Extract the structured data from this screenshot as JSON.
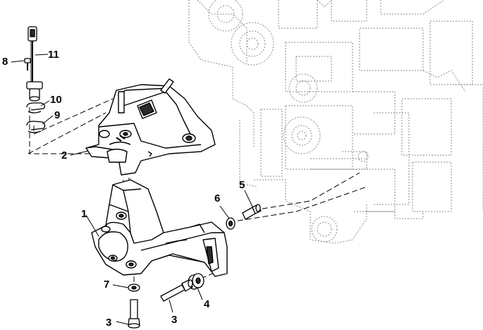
{
  "diagram": {
    "callouts": [
      {
        "id": "c8",
        "label": "8"
      },
      {
        "id": "c11",
        "label": "11"
      },
      {
        "id": "c10",
        "label": "10"
      },
      {
        "id": "c9",
        "label": "9"
      },
      {
        "id": "c2",
        "label": "2"
      },
      {
        "id": "c1",
        "label": "1"
      },
      {
        "id": "c6",
        "label": "6"
      },
      {
        "id": "c5",
        "label": "5"
      },
      {
        "id": "c7",
        "label": "7"
      },
      {
        "id": "c4",
        "label": "4"
      },
      {
        "id": "c3a",
        "label": "3"
      },
      {
        "id": "c3b",
        "label": "3"
      }
    ],
    "colors": {
      "line": "#000000",
      "ghost": "#8a8a8a",
      "fill": "#ffffff",
      "shade": "#2a2a2a"
    }
  }
}
